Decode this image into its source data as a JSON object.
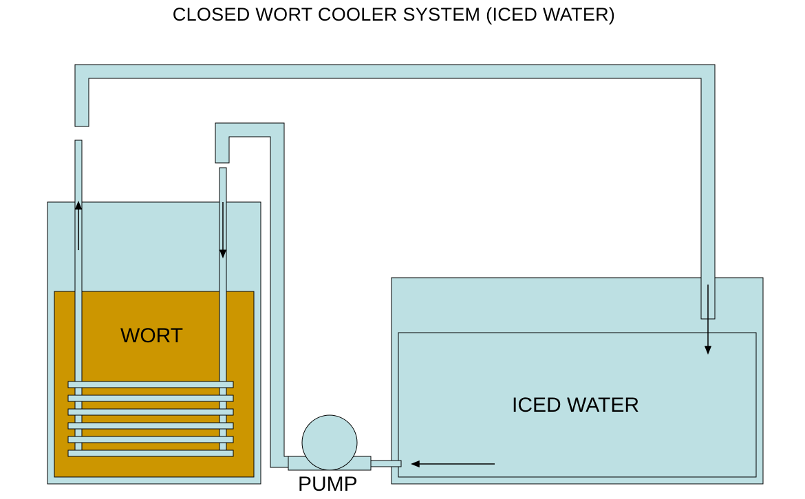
{
  "diagram": {
    "title": "CLOSED WORT COOLER SYSTEM (ICED WATER)",
    "components": {
      "wort": "WORT",
      "iced_water": "ICED WATER",
      "pump": "PUMP"
    },
    "colors": {
      "pipe_fill": "#bde0e3",
      "water_fill": "#bde0e3",
      "wort_fill": "#cc9600",
      "outline": "#000000",
      "background": "#ffffff"
    }
  }
}
